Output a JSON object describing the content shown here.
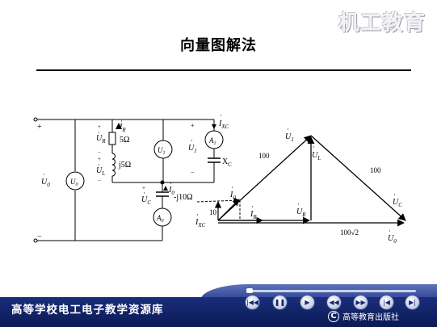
{
  "slide": {
    "logo": "机工教育",
    "title": "向量图解法"
  },
  "circuit": {
    "dot": "·",
    "u0": "U",
    "u0_sub": "0",
    "ur": "U",
    "ur_sub": "R",
    "ul": "U",
    "ul_sub": "L",
    "ir": "I",
    "ir_sub": "R",
    "r": "5Ω",
    "xl": "j5Ω",
    "u1": "U",
    "u1_sub": "1",
    "ixc": "I",
    "ixc_sub": "XC",
    "xc": "X",
    "xc_sub": "C",
    "i0": "I",
    "i0_sub": "0",
    "xc_value": "-j10Ω",
    "uc": "U",
    "uc_sub": "C",
    "meter_v0": "U",
    "meter_v0_sub": "0",
    "meter_v1": "U",
    "meter_v1_sub": "1",
    "meter_a1": "A",
    "meter_a1_sub": "1",
    "meter_a0": "A",
    "meter_a0_sub": "0",
    "plus": "+",
    "minus": "−"
  },
  "phasor": {
    "u1": "U",
    "u1_sub": "1",
    "ul": "U",
    "ul_sub": "L",
    "uc": "U",
    "uc_sub": "C",
    "ur": "U",
    "ur_sub": "R",
    "u0": "U",
    "u0_sub": "0",
    "i0": "I",
    "i0_sub": "0",
    "ir": "I",
    "ir_sub": "R",
    "ixc": "I",
    "ixc_sub": "XC",
    "len_left": "100",
    "len_right": "100",
    "len_ixc": "10",
    "len_u0": "100√2"
  },
  "footer": {
    "title": "高等学校电工电子教学资源库",
    "publisher": "高等教育出版社",
    "publisher_icon": "C"
  },
  "nav": {
    "buttons": [
      {
        "name": "first-page-icon",
        "glyph": "|◀◀"
      },
      {
        "name": "pause-icon",
        "glyph": "❚❚"
      },
      {
        "name": "play-icon",
        "glyph": "▶"
      },
      {
        "name": "rewind-icon",
        "glyph": "◀◀"
      },
      {
        "name": "fast-forward-icon",
        "glyph": "▶▶"
      },
      {
        "name": "previous-icon",
        "glyph": "|◀"
      },
      {
        "name": "next-icon",
        "glyph": "▶|"
      }
    ]
  }
}
